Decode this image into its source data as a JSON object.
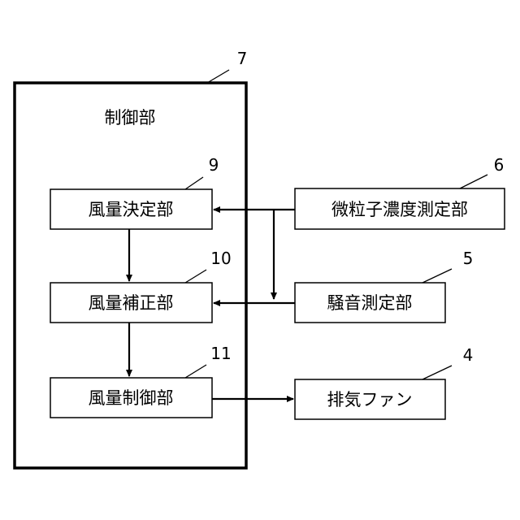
{
  "control_unit": {
    "ref": "7",
    "label": "制御部"
  },
  "blocks": {
    "airflow_decision": {
      "ref": "9",
      "label": "風量決定部"
    },
    "airflow_correction": {
      "ref": "10",
      "label": "風量補正部"
    },
    "airflow_control": {
      "ref": "11",
      "label": "風量制御部"
    },
    "particle_sensor": {
      "ref": "6",
      "label": "微粒子濃度測定部"
    },
    "noise_sensor": {
      "ref": "5",
      "label": "騒音測定部"
    },
    "exhaust_fan": {
      "ref": "4",
      "label": "排気ファン"
    }
  }
}
